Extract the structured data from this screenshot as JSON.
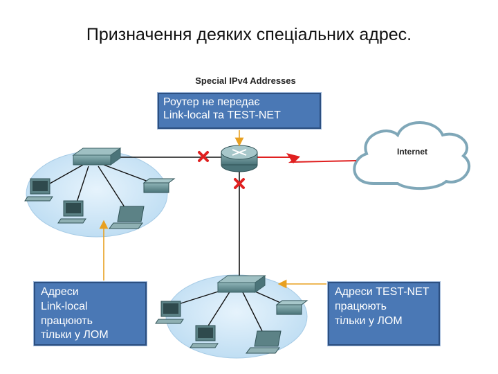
{
  "title": "Призначення деяких спеціальних адрес.",
  "subtitle": "Special IPv4 Addresses",
  "cloud_label": "Internet",
  "callouts": {
    "router": [
      "Роутер не передає",
      "Link-local  та TEST-NET"
    ],
    "left_lan": [
      "Адреси",
      "Link-local",
      "працюють",
      "тільки у ЛОМ"
    ],
    "right_lan": [
      "Адреси TEST-NET",
      "працюють",
      "тільки у ЛОМ"
    ]
  },
  "colors": {
    "callout_fill": "#4a78b5",
    "lan_fill": "#cfe6f7",
    "block_mark": "#e02020",
    "wan_link": "#e02020",
    "arrow": "#e8a020"
  },
  "icons": [
    "router-icon",
    "switch-icon",
    "pc-icon",
    "laptop-icon",
    "printer-icon",
    "cloud-icon",
    "block-x-icon"
  ]
}
